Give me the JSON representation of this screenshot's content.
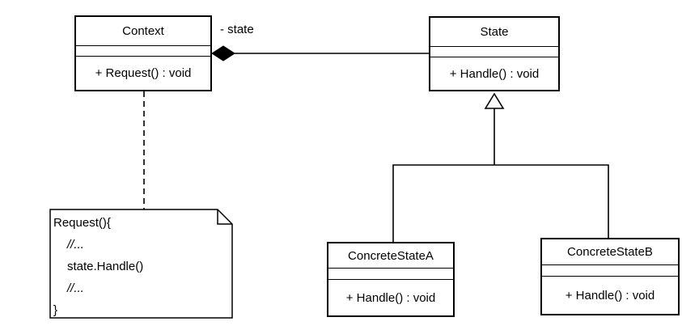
{
  "diagram": {
    "type": "uml-class-diagram",
    "pattern_name": "State",
    "classes": {
      "context": {
        "name": "Context",
        "attributes": "",
        "method": "+ Request() : void"
      },
      "state": {
        "name": "State",
        "attributes": "",
        "method": "+ Handle() : void"
      },
      "concrete_state_a": {
        "name": "ConcreteStateA",
        "attributes": "",
        "method": "+ Handle() : void"
      },
      "concrete_state_b": {
        "name": "ConcreteStateB",
        "attributes": "",
        "method": "+ Handle() : void"
      }
    },
    "relationships": {
      "composition_label": "- state"
    },
    "note": {
      "lines": [
        "Request(){",
        "//...",
        "state.Handle()",
        "//...",
        "}"
      ]
    },
    "colors": {
      "line": "#000000",
      "background": "#ffffff",
      "shape_fill": "#ffffff"
    }
  }
}
